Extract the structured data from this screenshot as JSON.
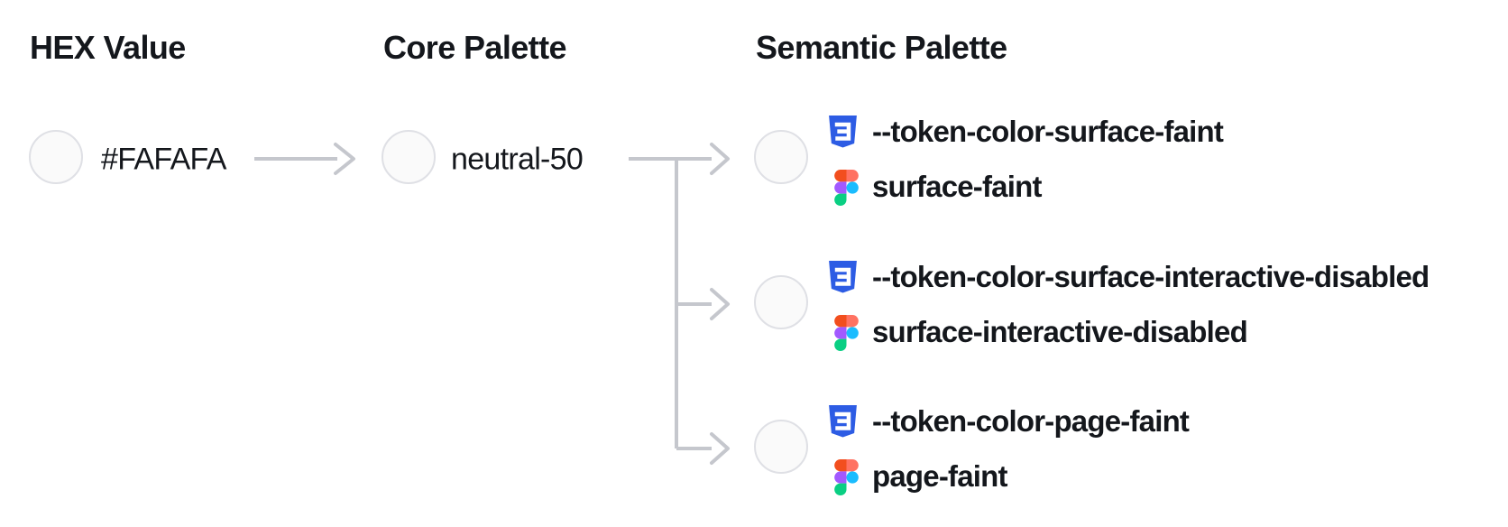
{
  "headers": {
    "hex": "HEX Value",
    "core": "Core Palette",
    "semantic": "Semantic Palette"
  },
  "hex": {
    "value": "#FAFAFA",
    "swatch_color": "#FAFAFA"
  },
  "core": {
    "name": "neutral-50",
    "swatch_color": "#FAFAFA"
  },
  "semantic": {
    "items": [
      {
        "css_token": "--token-color-surface-faint",
        "figma_name": "surface-faint",
        "swatch_color": "#FAFAFA"
      },
      {
        "css_token": "--token-color-surface-interactive-disabled",
        "figma_name": "surface-interactive-disabled",
        "swatch_color": "#FAFAFA"
      },
      {
        "css_token": "--token-color-page-faint",
        "figma_name": "page-faint",
        "swatch_color": "#FAFAFA"
      }
    ]
  },
  "icons": {
    "css": "css3-shield-icon",
    "figma": "figma-logo-icon"
  },
  "colors": {
    "text": "#14171c",
    "connector": "#c5c7cd",
    "swatch-border": "#dfe0e5",
    "swatch-fill": "#fafafa",
    "css-blue": "#2d5ce4",
    "figma-red": "#f24e1e",
    "figma-salmon": "#ff7262",
    "figma-purple": "#a259ff",
    "figma-blue": "#1abcfe",
    "figma-green": "#0acf83",
    "page-bg": "#ffffff"
  }
}
